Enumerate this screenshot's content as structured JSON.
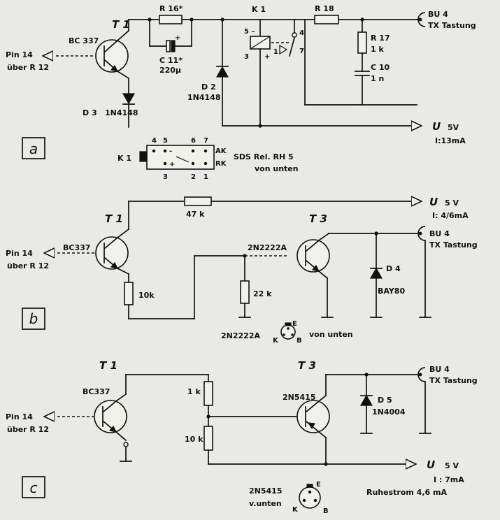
{
  "panel_a": {
    "tag": "a",
    "transistor_ref": "T 1",
    "transistor_type": "BC 337",
    "input_pin": "Pin 14",
    "input_via": "über R 12",
    "r16_label": "R 16*",
    "c11_label": "C 11*",
    "c11_value": "220µ",
    "d3_ref": "D 3",
    "d3_type": "1N4148",
    "d2_ref": "D 2",
    "d2_type": "1N4148",
    "relay_ref": "K 1",
    "relay_pin_5": "5",
    "relay_pin_3": "3",
    "relay_minus": "-",
    "relay_plus": "+",
    "contact_4": "4",
    "contact_1": "1",
    "contact_7": "7",
    "r18_label": "R 18",
    "r17_ref": "R 17",
    "r17_value": "1 k",
    "c10_ref": "C 10",
    "c10_value": "1 n",
    "out_ref": "BU 4",
    "out_desc": "TX Tastung",
    "supply_ref": "U",
    "supply_v": "5V",
    "supply_i": "I:13mA"
  },
  "relay_pinout": {
    "ref": "K 1",
    "pins_top": [
      "4",
      "5",
      "6",
      "7"
    ],
    "pins_bottom": [
      "3",
      "2",
      "1"
    ],
    "sign_minus": "-",
    "sign_plus": "+",
    "ak": "AK",
    "rk": "RK",
    "name": "SDS Rel. RH 5",
    "view": "von unten"
  },
  "panel_b": {
    "tag": "b",
    "t1_ref": "T 1",
    "t1_type": "BC337",
    "t3_ref": "T 3",
    "t3_type": "2N2222A",
    "input_pin": "Pin 14",
    "input_via": "über R 12",
    "r47_label": "47 k",
    "r10_label": "10k",
    "r22_label": "22 k",
    "d4_ref": "D 4",
    "d4_type": "BAY80",
    "out_ref": "BU 4",
    "out_desc": "TX Tastung",
    "supply_ref": "U",
    "supply_v": "5 V",
    "supply_i": "I: 4/6mA",
    "pinout_type": "2N2222A",
    "pin_e": "E",
    "pin_k": "K",
    "pin_b": "B",
    "pinout_view": "von unten"
  },
  "panel_c": {
    "tag": "c",
    "t1_ref": "T 1",
    "t1_type": "BC337",
    "t3_ref": "T 3",
    "t3_type": "2N5415",
    "input_pin": "Pin 14",
    "input_via": "über R 12",
    "r1k_label": "1 k",
    "r10k_label": "10 k",
    "d5_ref": "D 5",
    "d5_type": "1N4004",
    "out_ref": "BU 4",
    "out_desc": "TX Tastung",
    "supply_ref": "U",
    "supply_v": "5 V",
    "supply_i": "I : 7mA",
    "quiescent": "Ruhestrom 4,6 mA",
    "pinout_type": "2N5415",
    "pinout_view": "v.unten",
    "pin_e": "E",
    "pin_k": "K",
    "pin_b": "B"
  }
}
